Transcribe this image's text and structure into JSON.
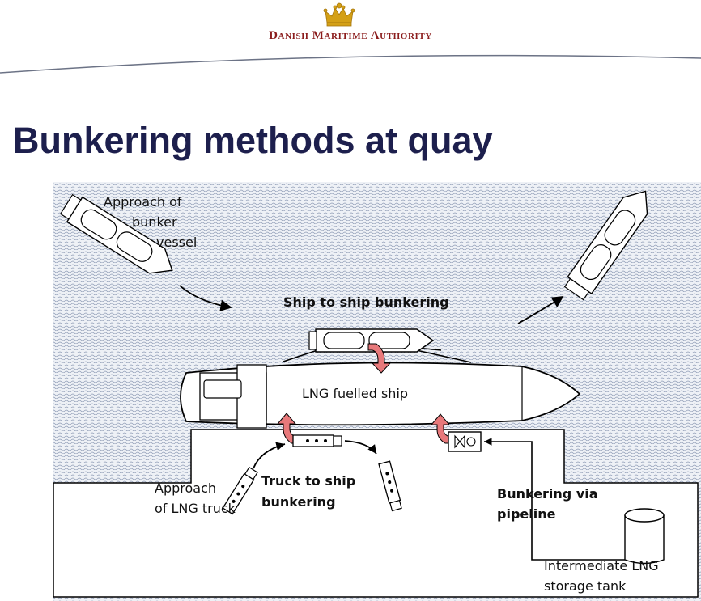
{
  "header": {
    "organization": "Danish Maritime Authority"
  },
  "title": "Bunkering methods at quay",
  "diagram": {
    "labels": {
      "approach_bunker_vessel": [
        "Approach of",
        "bunker",
        "vessel"
      ],
      "ship_to_ship": "Ship to ship  bunkering",
      "lng_fuelled_ship": "LNG fuelled ship",
      "approach_lng_truck": [
        "Approach",
        "of LNG truck"
      ],
      "truck_to_ship": [
        "Truck to ship",
        "bunkering"
      ],
      "bunkering_via_pipeline": [
        "Bunkering via",
        "pipeline"
      ],
      "intermediate_storage": [
        "Intermediate LNG",
        "storage tank"
      ]
    },
    "colors": {
      "water": "#aab6c9",
      "arrow_fill": "#e8797b",
      "title": "#1d1f4d",
      "brand": "#8b1c1c"
    }
  }
}
